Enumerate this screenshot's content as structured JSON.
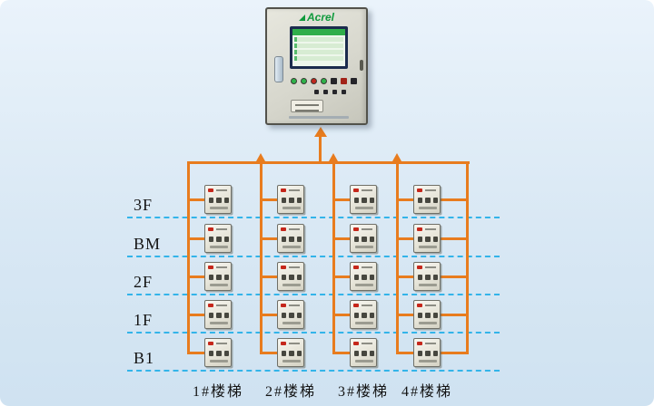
{
  "diagram": {
    "cabinet": {
      "brand": "Acrel"
    },
    "floors": [
      "3F",
      "BM",
      "2F",
      "1F",
      "B1"
    ],
    "stairwells": [
      "1#楼梯",
      "2#楼梯",
      "3#楼梯",
      "4#楼梯"
    ],
    "colors": {
      "background": "#d9e8f4",
      "trunk_line": "#e87c1e",
      "floor_dashed_line": "#33b4e9",
      "device_led": "#c5271b",
      "brand_green": "#0f9a3c",
      "button_green": "#2eb34a",
      "button_red": "#c1271d"
    }
  }
}
